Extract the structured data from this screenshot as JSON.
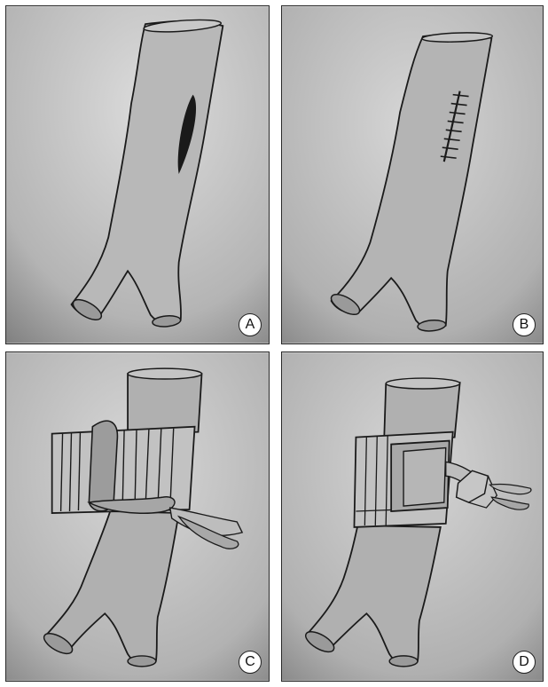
{
  "panels": [
    {
      "label": "A",
      "content": "vessel-with-laceration"
    },
    {
      "label": "B",
      "content": "vessel-with-sutured-repair"
    },
    {
      "label": "C",
      "content": "vessel-with-wrapped-pleated-cuff"
    },
    {
      "label": "D",
      "content": "vessel-with-wrapped-cuff-and-fixation-tab"
    }
  ],
  "colors": {
    "paper_light": "#d8d8d8",
    "paper_dark": "#8a8a8a",
    "ink": "#1a1a1a"
  }
}
